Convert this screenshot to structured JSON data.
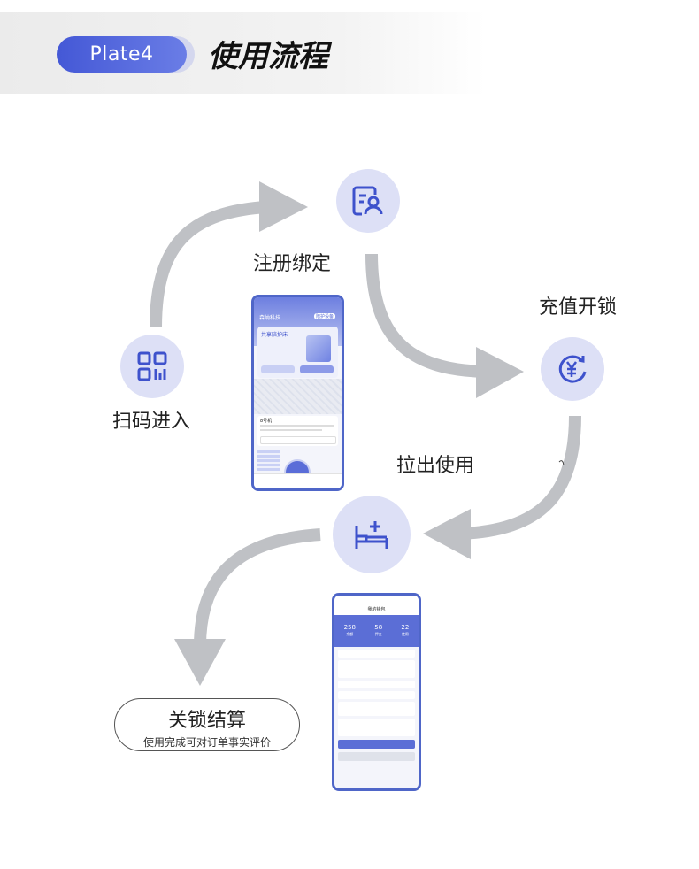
{
  "header": {
    "plate_label": "Plate4",
    "title": "使用流程"
  },
  "steps": {
    "scan": "扫码进入",
    "register": "注册绑定",
    "recharge": "充值开锁",
    "pull_out": "拉出使用",
    "end_title": "关锁结算",
    "end_subtitle": "使用完成可对订单事实评价"
  },
  "icons": {
    "scan": "qr-code-icon",
    "register": "id-card-user-icon",
    "recharge": "yen-cycle-icon",
    "pull_out": "bed-add-icon"
  },
  "colors": {
    "accent": "#4458d6",
    "circle_bg": "#dde0f6",
    "arrow": "#bfc1c5",
    "icon_stroke": "#3e52cc"
  },
  "phone_home": {
    "brand": "森纳科技",
    "banner": "共享陪护床",
    "button": "陪护设备",
    "bed_no": "8号机"
  },
  "phone_order": {
    "title": "我的钱包",
    "stats": [
      {
        "value": "258",
        "label": "余额"
      },
      {
        "value": "58",
        "label": "押金"
      },
      {
        "value": "22",
        "label": "使用"
      }
    ]
  }
}
